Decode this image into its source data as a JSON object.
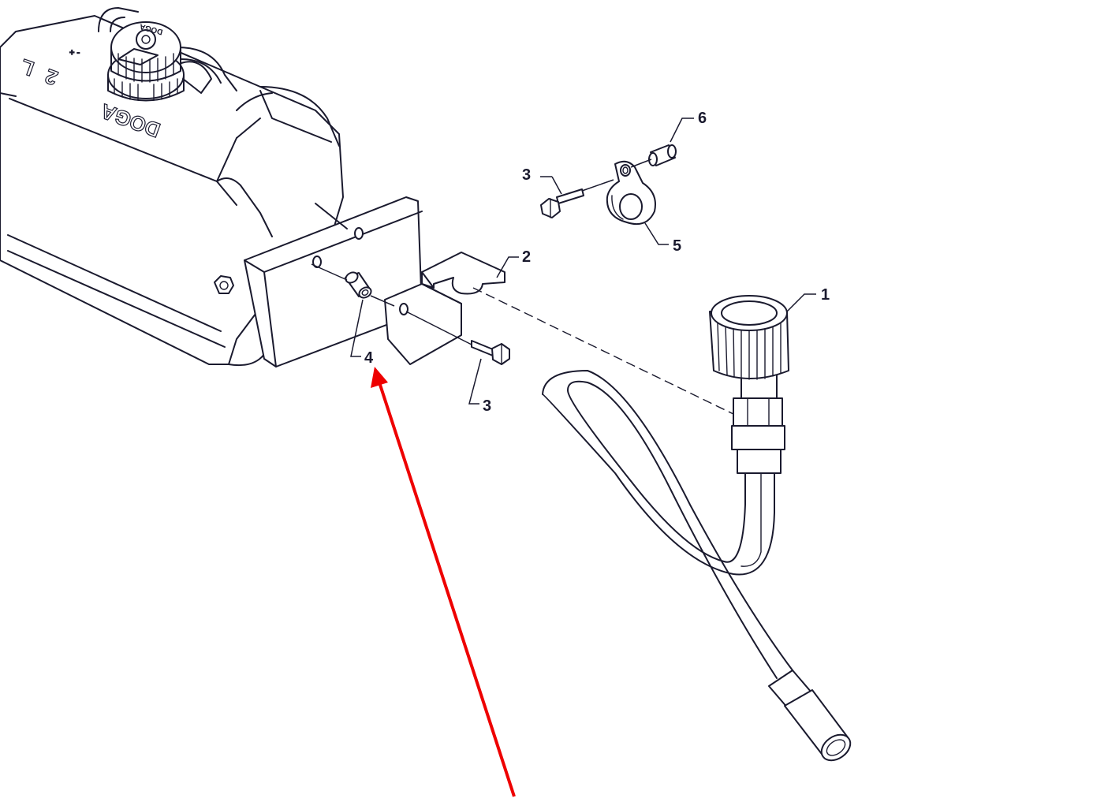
{
  "callouts": {
    "part1": "1",
    "part2": "2",
    "part3_upper": "3",
    "part3_lower": "3",
    "part4": "4",
    "part5": "5",
    "part6": "6"
  },
  "tank_markings": {
    "brand": "DOGA",
    "volume_numeral": "2",
    "volume_unit": "L",
    "cap_text": "DOGA"
  },
  "colors": {
    "line": "#1a1a2e",
    "highlight_arrow": "#ee0000",
    "background": "#ffffff"
  },
  "highlighted_part": "4"
}
